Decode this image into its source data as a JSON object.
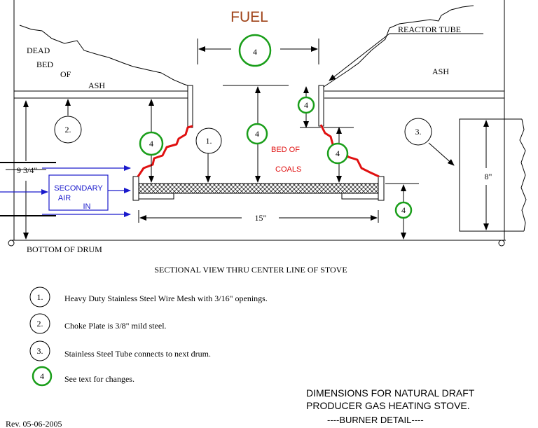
{
  "diagram": {
    "fuel": "FUEL",
    "reactor_tube": "REACTOR TUBE",
    "ash_right": "ASH",
    "dead_bed": [
      "DEAD",
      "BED",
      "OF",
      "ASH"
    ],
    "bed_of": "BED OF",
    "coals": "COALS",
    "secondary_air": [
      "SECONDARY",
      "AIR",
      "IN"
    ],
    "dim_93_4": "9 3/4\"",
    "dim_15": "15\"",
    "dim_8": "8\"",
    "bottom_of_drum": "BOTTOM OF DRUM",
    "section_caption": "SECTIONAL VIEW THRU CENTER LINE OF STOVE",
    "marker_1": "1.",
    "marker_2": "2.",
    "marker_3": "3.",
    "marker_4": "4"
  },
  "legend": [
    {
      "num": "1.",
      "text": "Heavy Duty Stainless Steel  Wire Mesh with 3/16\" openings."
    },
    {
      "num": "2.",
      "text": "Choke Plate is 3/8\" mild steel."
    },
    {
      "num": "3.",
      "text": "Stainless Steel Tube connects to next drum."
    },
    {
      "num": "4",
      "text": "See text for changes."
    }
  ],
  "title_block": {
    "line1": "DIMENSIONS FOR NATURAL DRAFT",
    "line2": "PRODUCER GAS HEATING STOVE.",
    "line3": "----BURNER  DETAIL----"
  },
  "revision": "Rev. 05-06-2005",
  "colors": {
    "fuel": "#a0441a",
    "marker4": "#1a9e1a",
    "coals": "#e01010",
    "air": "#1a1acc"
  }
}
